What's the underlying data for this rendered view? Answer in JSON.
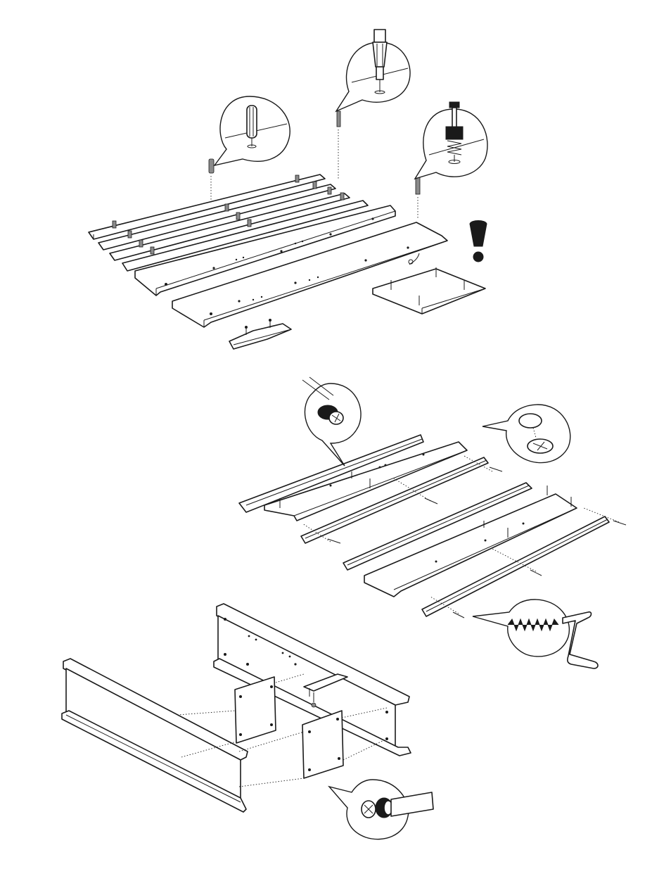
{
  "diagram": {
    "steps": [
      {
        "name": "parts-and-fittings",
        "callouts": [
          "wooden-dowel",
          "cam-bolt",
          "cam-bolt-with-spring"
        ],
        "warning_symbol": "exclamation-icon"
      },
      {
        "name": "frame-rail-assembly",
        "callouts": [
          "cam-lock-turn",
          "cam-lock-cap"
        ]
      },
      {
        "name": "bed-frame-assembly",
        "callouts": [
          "spring-screw-crank",
          "cam-lock-screwdriver"
        ]
      }
    ],
    "colors": {
      "line": "#1a1a1a",
      "background": "#ffffff",
      "shade": "#8a8a8a"
    }
  }
}
